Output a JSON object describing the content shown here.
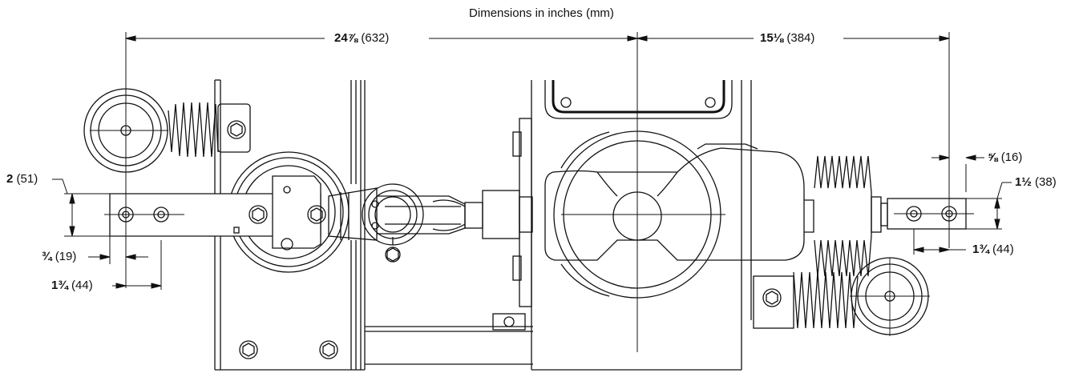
{
  "title": "Dimensions in inches (mm)",
  "dimensions": {
    "overall_left": {
      "inch": "24⅞",
      "mm": "(632)"
    },
    "overall_right": {
      "inch": "15⅛",
      "mm": "(384)"
    },
    "left_height": {
      "inch": "2",
      "mm": "(51)"
    },
    "left_edge_to_hole": {
      "inch": "¾",
      "mm": "(19)"
    },
    "left_hole_spacing": {
      "inch": "1¾",
      "mm": "(44)"
    },
    "right_edge_offset": {
      "inch": "⅝",
      "mm": "(16)"
    },
    "right_height": {
      "inch": "1½",
      "mm": "(38)"
    },
    "right_hole_spacing": {
      "inch": "1¾",
      "mm": "(44)"
    }
  },
  "colors": {
    "line": "#111111",
    "background": "#ffffff"
  }
}
